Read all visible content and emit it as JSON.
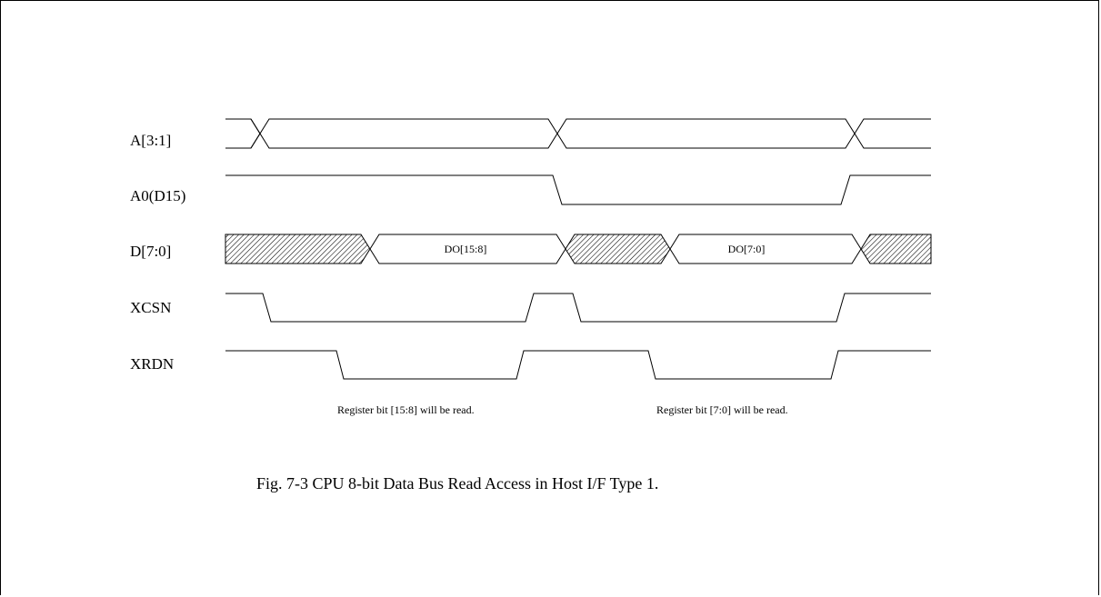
{
  "figure": {
    "caption": "Fig. 7-3  CPU 8-bit Data Bus Read Access in Host I/F Type 1."
  },
  "signals": [
    {
      "name": "A[3:1]"
    },
    {
      "name": "A0(D15)"
    },
    {
      "name": "D[7:0]",
      "data_labels": [
        "DO[15:8]",
        "DO[7:0]"
      ]
    },
    {
      "name": "XCSN"
    },
    {
      "name": "XRDN"
    }
  ],
  "notes": [
    "Register bit [15:8] will be read.",
    "Register bit [7:0] will be read."
  ]
}
